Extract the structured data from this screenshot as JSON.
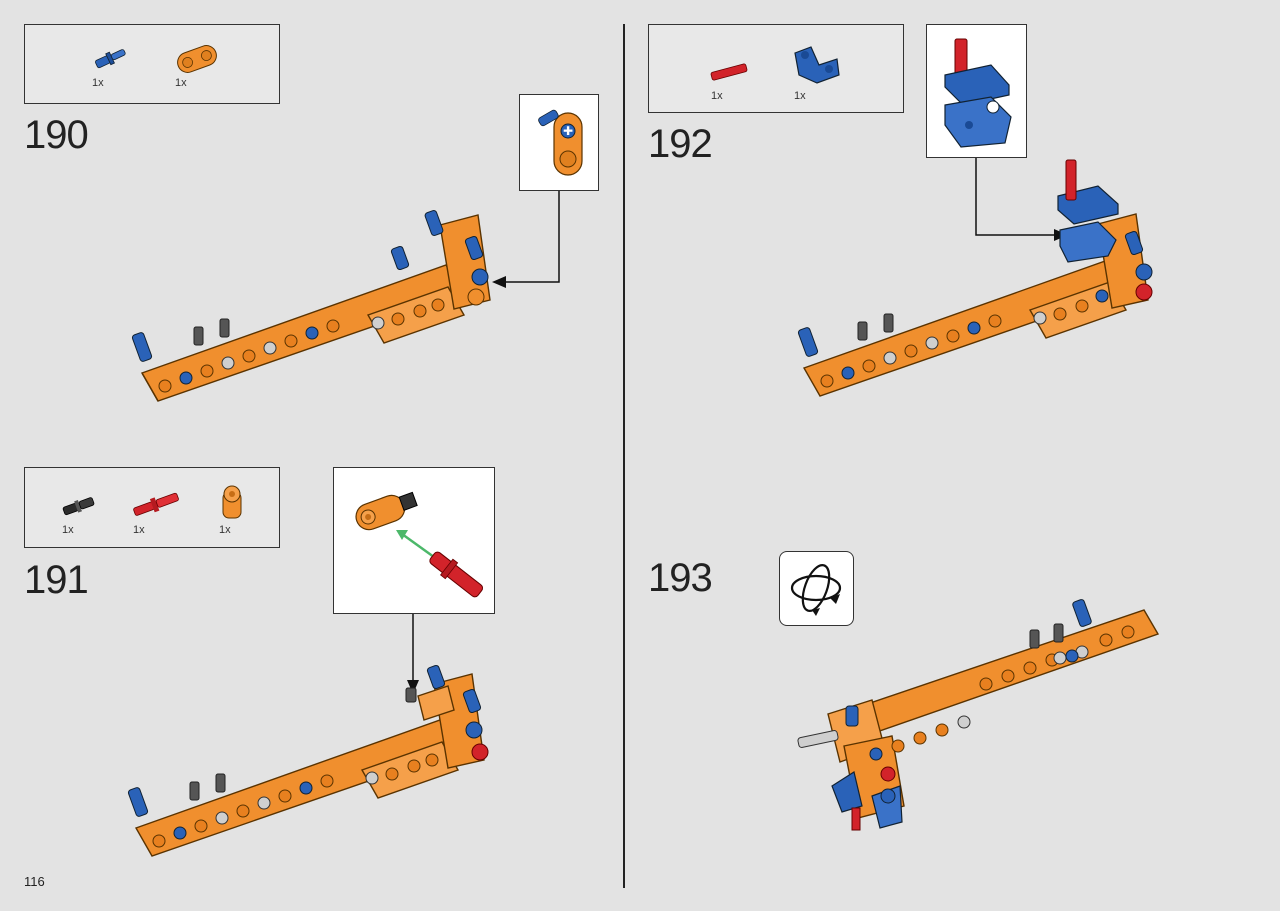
{
  "page": {
    "number": "116"
  },
  "colors": {
    "orange": "#f08f2e",
    "blue": "#2a62b8",
    "red": "#d2232a",
    "black": "#2b2b2b",
    "gray": "#b8b8b8"
  },
  "steps": [
    {
      "number": "190",
      "parts": [
        {
          "icon": "blue-axle-pin-icon",
          "qty": "1x"
        },
        {
          "icon": "orange-beam-2-icon",
          "qty": "1x"
        }
      ]
    },
    {
      "number": "191",
      "parts": [
        {
          "icon": "black-pin-icon",
          "qty": "1x"
        },
        {
          "icon": "red-axle-icon",
          "qty": "1x"
        },
        {
          "icon": "orange-connector-icon",
          "qty": "1x"
        }
      ]
    },
    {
      "number": "192",
      "parts": [
        {
          "icon": "red-axle-icon",
          "qty": "1x"
        },
        {
          "icon": "blue-steering-arm-icon",
          "qty": "1x"
        }
      ]
    },
    {
      "number": "193",
      "parts": []
    }
  ],
  "rotate": {
    "icon": "rotate-model-icon"
  }
}
